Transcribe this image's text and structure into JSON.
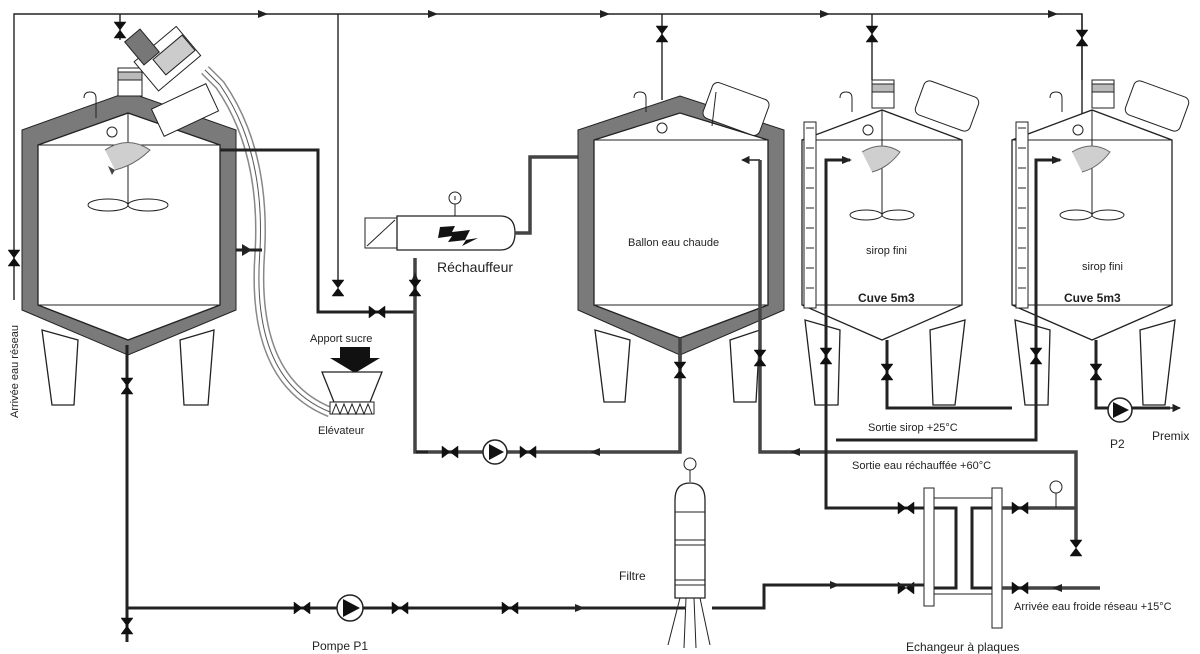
{
  "labels": {
    "arrivee_reseau": "Arrivée eau réseau",
    "apport_sucre": "Apport sucre",
    "elevateur": "Elévateur",
    "rechauffeur": "Réchauffeur",
    "ballon": "Ballon eau chaude",
    "sirop_fini_1": "sirop fini",
    "cuve_1": "Cuve 5m3",
    "sirop_fini_2": "sirop fini",
    "cuve_2": "Cuve 5m3",
    "sortie_sirop": "Sortie sirop +25°C",
    "sortie_eau": "Sortie eau réchauffée +60°C",
    "p2": "P2",
    "premix": "Premix",
    "filtre": "Filtre",
    "pompe_p1": "Pompe P1",
    "arrivee_froide": "Arrivée eau froide réseau +15°C",
    "echangeur": "Echangeur à plaques"
  }
}
